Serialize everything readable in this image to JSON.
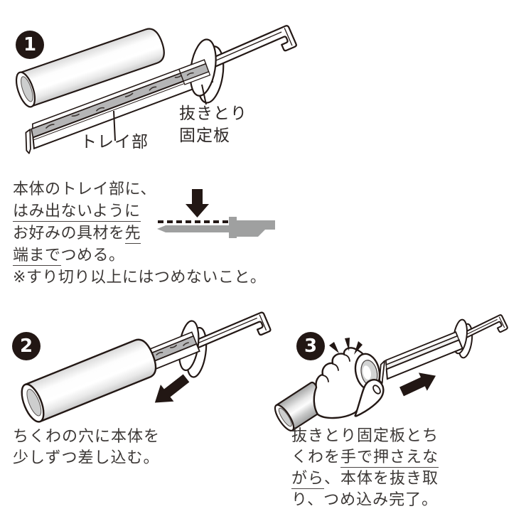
{
  "colors": {
    "ink": "#231815",
    "text": "#3c3836",
    "filling_gray": "#b5b5b6",
    "tube_inner_gray": "#cdcece",
    "silhouette_gray": "#9fa0a0",
    "badge_black": "#221714",
    "background": "#ffffff"
  },
  "icons": {
    "fill_direction": "arrow-down",
    "insert_direction": "arrow-down-left",
    "pull_direction": "arrow-right",
    "grip_emphasis": "impact-lines"
  },
  "step1": {
    "number": "1",
    "label_tray": "トレイ部",
    "label_plate_line1": "抜きとり",
    "label_plate_line2": "固定板"
  },
  "instruction": {
    "lines": [
      {
        "pre": "本体のトレイ部に、",
        "u": "",
        "post": ""
      },
      {
        "pre": "",
        "u": "はみ出ないように",
        "post": ""
      },
      {
        "pre": "お好みの具材を",
        "u": "先",
        "post": ""
      },
      {
        "pre": "",
        "u": "端まで",
        "post": "つめる。"
      }
    ],
    "note": "※すり切り以上にはつめないこと。"
  },
  "step2": {
    "number": "2",
    "caption_lines": [
      "ちくわの穴に本体を",
      "少しずつ差し込む。"
    ]
  },
  "step3": {
    "number": "3",
    "caption_lines": [
      {
        "pre": "抜きとり固定板とち",
        "u": "",
        "post": ""
      },
      {
        "pre": "くわを",
        "u": "手で押さえな",
        "post": ""
      },
      {
        "pre": "",
        "u": "がら",
        "post": "、本体を抜き取"
      },
      {
        "pre": "り、つめ込み完了。",
        "u": "",
        "post": ""
      }
    ]
  }
}
